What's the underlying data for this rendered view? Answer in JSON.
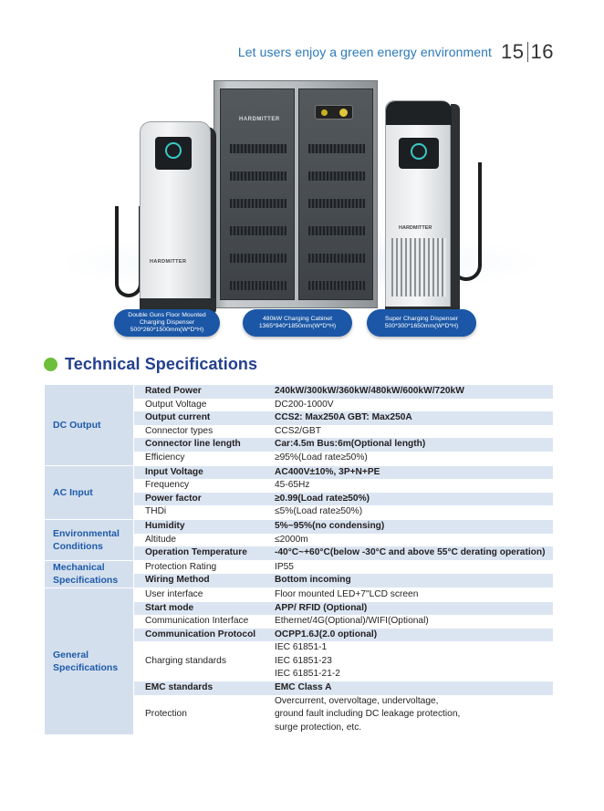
{
  "header": {
    "tagline": "Let users enjoy a green energy environment",
    "page_left": "15",
    "page_right": "16"
  },
  "products": [
    {
      "name_line1": "Double Guns Floor Mounted",
      "name_line2": "Charging Dispenser",
      "dims": "500*260*1500mm(W*D*H)"
    },
    {
      "name_line1": "480kW Charging Cabinet",
      "name_line2": "",
      "dims": "1365*940*1850mm(W*D*H)"
    },
    {
      "name_line1": "Super Charging Dispenser",
      "name_line2": "",
      "dims": "500*300*1650mm(W*D*H)"
    }
  ],
  "product_brand": "HARDMITTER",
  "section_title": "Technical Specifications",
  "colors": {
    "accent_green": "#6bbf3a",
    "title_blue": "#24408e",
    "label_blue": "#1e5aa8",
    "row_shade": "#dbe5f2"
  },
  "spec_groups": [
    {
      "label": "DC Output",
      "rows": [
        {
          "key": "Rated Power",
          "value": "240kW/300kW/360kW/480kW/600kW/720kW"
        },
        {
          "key": "Output Voltage",
          "value": "DC200-1000V"
        },
        {
          "key": "Output current",
          "value": "CCS2: Max250A   GBT: Max250A"
        },
        {
          "key": "Connector types",
          "value": "CCS2/GBT"
        },
        {
          "key": "Connector line length",
          "value": "Car:4.5m  Bus:6m(Optional length)"
        },
        {
          "key": "Efficiency",
          "value": "≥95%(Load rate≥50%)"
        }
      ]
    },
    {
      "label": "AC Input",
      "rows": [
        {
          "key": "Input Voltage",
          "value": "AC400V±10%, 3P+N+PE"
        },
        {
          "key": "Frequency",
          "value": "45-65Hz"
        },
        {
          "key": "Power factor",
          "value": "≥0.99(Load rate≥50%)"
        },
        {
          "key": "THDi",
          "value": "≤5%(Load rate≥50%)"
        }
      ]
    },
    {
      "label": "Environmental Conditions",
      "rows": [
        {
          "key": "Humidity",
          "value": "5%~95%(no condensing)"
        },
        {
          "key": "Altitude",
          "value": "≤2000m"
        },
        {
          "key": "Operation Temperature",
          "value": "-40°C~+60°C(below -30°C and above 55°C derating operation)"
        }
      ]
    },
    {
      "label": "Mechanical Specifications",
      "rows": [
        {
          "key": "Protection Rating",
          "value": "IP55"
        },
        {
          "key": "Wiring Method",
          "value": "Bottom incoming"
        }
      ]
    },
    {
      "label": "General Specifications",
      "rows": [
        {
          "key": "User interface",
          "value": "Floor mounted  LED+7\"LCD screen"
        },
        {
          "key": "Start mode",
          "value": "APP/ RFID (Optional)"
        },
        {
          "key": "Communication Interface",
          "value": "Ethernet/4G(Optional)/WIFI(Optional)"
        },
        {
          "key": "Communication Protocol",
          "value": "OCPP1.6J(2.0 optional)"
        },
        {
          "key": "Charging standards",
          "values": [
            "IEC 61851-1",
            "IEC 61851-23",
            "IEC 61851-21-2"
          ]
        },
        {
          "key": "EMC standards",
          "value": "EMC Class A"
        },
        {
          "key": "Protection",
          "values": [
            "Overcurrent, overvoltage, undervoltage,",
            "ground fault including DC leakage protection,",
            "surge protection, etc."
          ]
        }
      ]
    }
  ]
}
